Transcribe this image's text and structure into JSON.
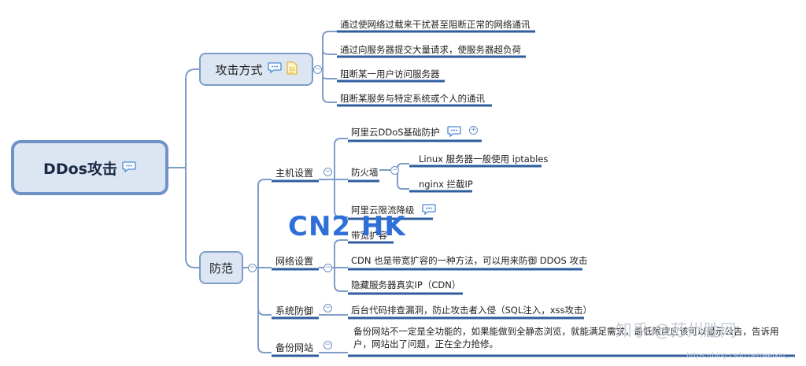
{
  "root": {
    "label": "DDos攻击"
  },
  "attack": {
    "label": "攻击方式",
    "items": [
      "通过使网络过载来干扰甚至阻断正常的网络通讯",
      "通过向服务器提交大量请求，使服务器超负荷",
      "阻断某一用户访问服务器",
      "阻断某服务与特定系统或个人的通讯"
    ]
  },
  "defense": {
    "label": "防范",
    "host": {
      "label": "主机设置",
      "aliyun_basic": "阿里云DDoS基础防护",
      "firewall": {
        "label": "防火墙",
        "items": [
          "Linux 服务器一般使用 iptables",
          "nginx 拦截IP"
        ]
      },
      "aliyun_limit": "阿里云限流降级"
    },
    "network": {
      "label": "网络设置",
      "items": [
        "带宽扩容",
        "CDN 也是带宽扩容的一种方法，可以用来防御 DDOS 攻击",
        "隐藏服务器真实IP（CDN）"
      ]
    },
    "system": {
      "label": "系统防御",
      "item": "后台代码排查漏洞，防止攻击者入侵（SQL注入，xss攻击）"
    },
    "backup": {
      "label": "备份网站",
      "item": "备份网站不一定是全功能的，如果能做到全静态浏览，就能满足需求，最低限度应该可以显示公告，告诉用户，网站出了问题，正在全力抢修。"
    }
  },
  "watermarks": {
    "cn2": "CN2 HK",
    "zhihu": "知乎 @苏州胜网",
    "url": "https://blog.csdn.net/weixin_..."
  },
  "colors": {
    "line": "#7d9cc7",
    "underline": "#2f5e9e",
    "box_fill": "#dce6f3",
    "accent": "#2f6fd8"
  }
}
